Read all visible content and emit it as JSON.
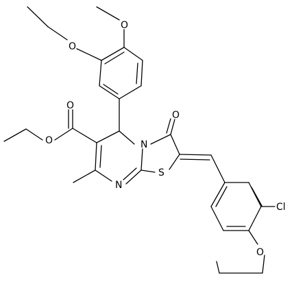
{
  "molecule": {
    "atoms": [
      {
        "id": "O_ethoxy_top",
        "symbol": "O"
      },
      {
        "id": "O_methoxy",
        "symbol": "O"
      },
      {
        "id": "O_ester_carbonyl",
        "symbol": "O"
      },
      {
        "id": "O_ester",
        "symbol": "O"
      },
      {
        "id": "O_ketone",
        "symbol": "O"
      },
      {
        "id": "N_ring",
        "symbol": "N"
      },
      {
        "id": "N_imine",
        "symbol": "N"
      },
      {
        "id": "S_thiazole",
        "symbol": "S"
      },
      {
        "id": "Cl",
        "symbol": "Cl"
      },
      {
        "id": "O_ethoxy_bottom",
        "symbol": "O"
      }
    ]
  }
}
